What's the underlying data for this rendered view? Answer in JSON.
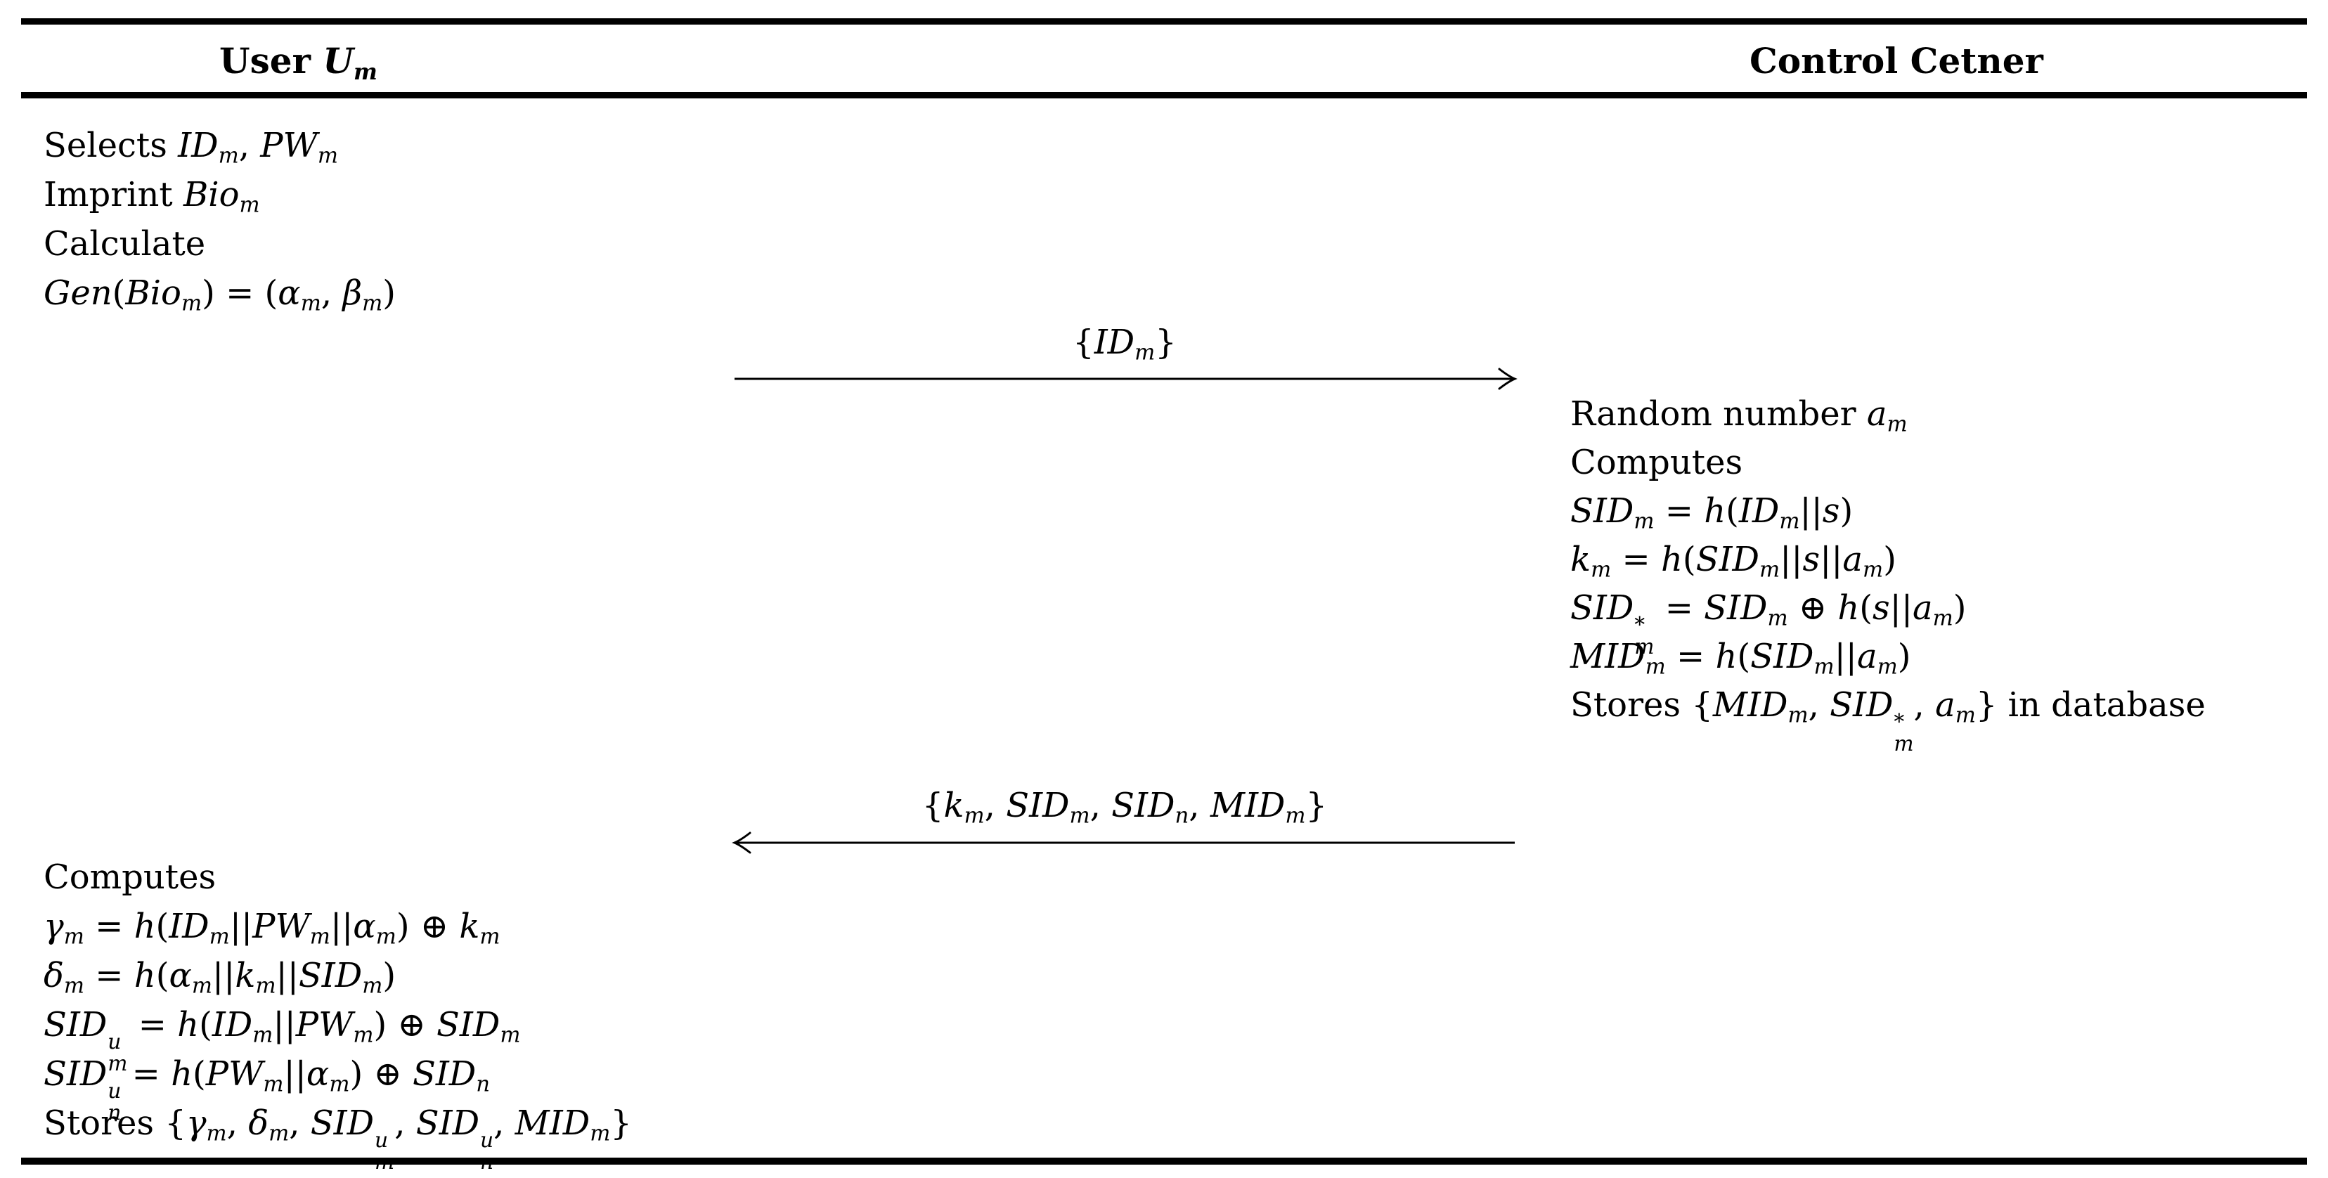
{
  "colors": {
    "background": "#ffffff",
    "text": "#000000",
    "rule": "#000000",
    "arrow": "#000000"
  },
  "header": {
    "user": [
      {
        "s": "b",
        "t": "User "
      },
      {
        "s": "bi",
        "t": "U",
        "sub": "m"
      }
    ],
    "server": [
      {
        "s": "b",
        "t": "Control Cetner"
      }
    ]
  },
  "steps": {
    "user_setup": {
      "lines": [
        [
          {
            "s": "r",
            "t": "Selects "
          },
          {
            "s": "i",
            "t": "ID",
            "sub": "m"
          },
          {
            "s": "r",
            "t": ", "
          },
          {
            "s": "i",
            "t": "PW",
            "sub": "m"
          }
        ],
        [
          {
            "s": "r",
            "t": "Imprint "
          },
          {
            "s": "i",
            "t": "Bio",
            "sub": "m"
          }
        ],
        [
          {
            "s": "r",
            "t": "Calculate"
          }
        ],
        [
          {
            "s": "i",
            "t": "Gen"
          },
          {
            "s": "r",
            "t": "("
          },
          {
            "s": "i",
            "t": "Bio",
            "sub": "m"
          },
          {
            "s": "r",
            "t": ") = ("
          },
          {
            "s": "i",
            "t": "α",
            "sub": "m"
          },
          {
            "s": "r",
            "t": ", "
          },
          {
            "s": "i",
            "t": "β",
            "sub": "m"
          },
          {
            "s": "r",
            "t": ")"
          }
        ]
      ]
    },
    "message_1": {
      "direction": "right",
      "label": [
        {
          "s": "r",
          "t": "{"
        },
        {
          "s": "i",
          "t": "ID",
          "sub": "m"
        },
        {
          "s": "r",
          "t": "}"
        }
      ]
    },
    "server_compute": {
      "lines": [
        [
          {
            "s": "r",
            "t": "Random number "
          },
          {
            "s": "i",
            "t": "a",
            "sub": "m"
          }
        ],
        [
          {
            "s": "r",
            "t": "Computes"
          }
        ],
        [
          {
            "s": "i",
            "t": "SID",
            "sub": "m"
          },
          {
            "s": "r",
            "t": " = "
          },
          {
            "s": "i",
            "t": "h"
          },
          {
            "s": "r",
            "t": "("
          },
          {
            "s": "i",
            "t": "ID",
            "sub": "m"
          },
          {
            "s": "r",
            "t": "||"
          },
          {
            "s": "i",
            "t": "s"
          },
          {
            "s": "r",
            "t": ")"
          }
        ],
        [
          {
            "s": "i",
            "t": "k",
            "sub": "m"
          },
          {
            "s": "r",
            "t": " = "
          },
          {
            "s": "i",
            "t": "h"
          },
          {
            "s": "r",
            "t": "("
          },
          {
            "s": "i",
            "t": "SID",
            "sub": "m"
          },
          {
            "s": "r",
            "t": "||"
          },
          {
            "s": "i",
            "t": "s"
          },
          {
            "s": "r",
            "t": "||"
          },
          {
            "s": "i",
            "t": "a",
            "sub": "m"
          },
          {
            "s": "r",
            "t": ")"
          }
        ],
        [
          {
            "s": "i",
            "t": "SID",
            "sub": "m",
            "sup": "*"
          },
          {
            "s": "r",
            "t": " = "
          },
          {
            "s": "i",
            "t": "SID",
            "sub": "m"
          },
          {
            "s": "r",
            "t": " ⊕ "
          },
          {
            "s": "i",
            "t": "h"
          },
          {
            "s": "r",
            "t": "("
          },
          {
            "s": "i",
            "t": "s"
          },
          {
            "s": "r",
            "t": "||"
          },
          {
            "s": "i",
            "t": "a",
            "sub": "m"
          },
          {
            "s": "r",
            "t": ")"
          }
        ],
        [
          {
            "s": "i",
            "t": "MID",
            "sub": "m"
          },
          {
            "s": "r",
            "t": " = "
          },
          {
            "s": "i",
            "t": "h"
          },
          {
            "s": "r",
            "t": "("
          },
          {
            "s": "i",
            "t": "SID",
            "sub": "m"
          },
          {
            "s": "r",
            "t": "||"
          },
          {
            "s": "i",
            "t": "a",
            "sub": "m"
          },
          {
            "s": "r",
            "t": ")"
          }
        ],
        [
          {
            "s": "r",
            "t": "Stores {"
          },
          {
            "s": "i",
            "t": "MID",
            "sub": "m"
          },
          {
            "s": "r",
            "t": ", "
          },
          {
            "s": "i",
            "t": "SID",
            "sub": "m",
            "sup": "*"
          },
          {
            "s": "r",
            "t": ", "
          },
          {
            "s": "i",
            "t": "a",
            "sub": "m"
          },
          {
            "s": "r",
            "t": "} in database"
          }
        ]
      ]
    },
    "message_2": {
      "direction": "left",
      "label": [
        {
          "s": "r",
          "t": "{"
        },
        {
          "s": "i",
          "t": "k",
          "sub": "m"
        },
        {
          "s": "r",
          "t": ", "
        },
        {
          "s": "i",
          "t": "SID",
          "sub": "m"
        },
        {
          "s": "r",
          "t": ", "
        },
        {
          "s": "i",
          "t": "SID",
          "sub": "n"
        },
        {
          "s": "r",
          "t": ", "
        },
        {
          "s": "i",
          "t": "MID",
          "sub": "m"
        },
        {
          "s": "r",
          "t": "}"
        }
      ]
    },
    "user_compute": {
      "lines": [
        [
          {
            "s": "r",
            "t": "Computes"
          }
        ],
        [
          {
            "s": "i",
            "t": "γ",
            "sub": "m"
          },
          {
            "s": "r",
            "t": " = "
          },
          {
            "s": "i",
            "t": "h"
          },
          {
            "s": "r",
            "t": "("
          },
          {
            "s": "i",
            "t": "ID",
            "sub": "m"
          },
          {
            "s": "r",
            "t": "||"
          },
          {
            "s": "i",
            "t": "PW",
            "sub": "m"
          },
          {
            "s": "r",
            "t": "||"
          },
          {
            "s": "i",
            "t": "α",
            "sub": "m"
          },
          {
            "s": "r",
            "t": ") ⊕ "
          },
          {
            "s": "i",
            "t": "k",
            "sub": "m"
          }
        ],
        [
          {
            "s": "i",
            "t": "δ",
            "sub": "m"
          },
          {
            "s": "r",
            "t": " = "
          },
          {
            "s": "i",
            "t": "h"
          },
          {
            "s": "r",
            "t": "("
          },
          {
            "s": "i",
            "t": "α",
            "sub": "m"
          },
          {
            "s": "r",
            "t": "||"
          },
          {
            "s": "i",
            "t": "k",
            "sub": "m"
          },
          {
            "s": "r",
            "t": "||"
          },
          {
            "s": "i",
            "t": "SID",
            "sub": "m"
          },
          {
            "s": "r",
            "t": ")"
          }
        ],
        [
          {
            "s": "i",
            "t": "SID",
            "sub": "m",
            "sup": "u"
          },
          {
            "s": "r",
            "t": " = "
          },
          {
            "s": "i",
            "t": "h"
          },
          {
            "s": "r",
            "t": "("
          },
          {
            "s": "i",
            "t": "ID",
            "sub": "m"
          },
          {
            "s": "r",
            "t": "||"
          },
          {
            "s": "i",
            "t": "PW",
            "sub": "m"
          },
          {
            "s": "r",
            "t": ") ⊕ "
          },
          {
            "s": "i",
            "t": "SID",
            "sub": "m"
          }
        ],
        [
          {
            "s": "i",
            "t": "SID",
            "sub": "n",
            "sup": "u"
          },
          {
            "s": "r",
            "t": " = "
          },
          {
            "s": "i",
            "t": "h"
          },
          {
            "s": "r",
            "t": "("
          },
          {
            "s": "i",
            "t": "PW",
            "sub": "m"
          },
          {
            "s": "r",
            "t": "||"
          },
          {
            "s": "i",
            "t": "α",
            "sub": "m"
          },
          {
            "s": "r",
            "t": ") ⊕ "
          },
          {
            "s": "i",
            "t": "SID",
            "sub": "n"
          }
        ],
        [
          {
            "s": "r",
            "t": "Stores {"
          },
          {
            "s": "i",
            "t": "γ",
            "sub": "m"
          },
          {
            "s": "r",
            "t": ", "
          },
          {
            "s": "i",
            "t": "δ",
            "sub": "m"
          },
          {
            "s": "r",
            "t": ", "
          },
          {
            "s": "i",
            "t": "SID",
            "sub": "m",
            "sup": "u"
          },
          {
            "s": "r",
            "t": ", "
          },
          {
            "s": "i",
            "t": "SID",
            "sub": "n",
            "sup": "u"
          },
          {
            "s": "r",
            "t": ", "
          },
          {
            "s": "i",
            "t": "MID",
            "sub": "m"
          },
          {
            "s": "r",
            "t": "}"
          }
        ]
      ]
    }
  }
}
